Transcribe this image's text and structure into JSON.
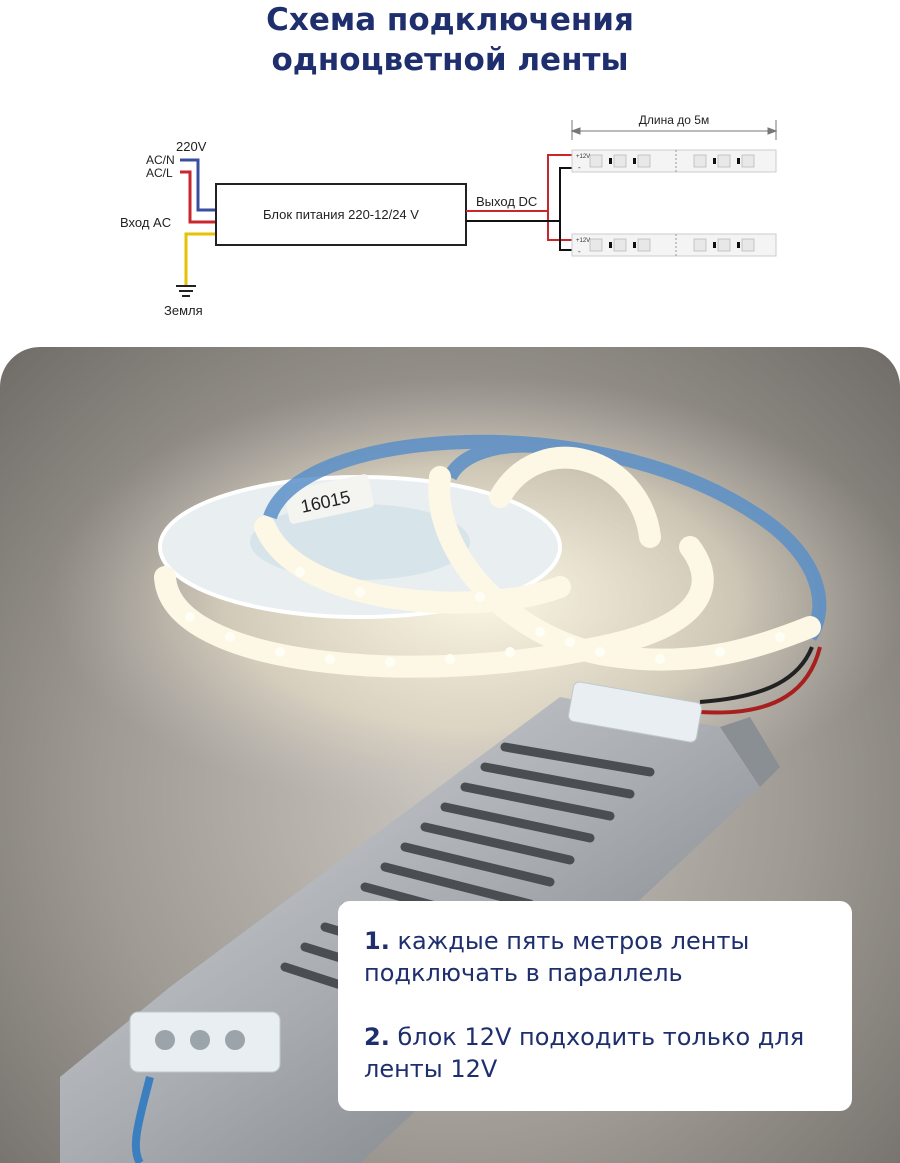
{
  "title": {
    "line1": "Схема подключения",
    "line2": "одноцветной ленты"
  },
  "diagram": {
    "voltage": "220V",
    "ac_n": "AC/N",
    "ac_l": "AC/L",
    "input": "Вход AC",
    "ground": "Земля",
    "psu": "Блок питания 220-12/24 V",
    "output": "Выход DC",
    "length": "Длина до 5м",
    "strip_plus": "+12V",
    "strip_minus": "-",
    "colors": {
      "neutral": "#3a4fa0",
      "live": "#c8282c",
      "ground": "#e6c200",
      "dc_minus": "#111111",
      "dc_plus": "#c8282c"
    }
  },
  "photo": {
    "reel_label": "16015"
  },
  "notes": [
    {
      "num": "1.",
      "text": "каждые пять метров ленты подключать в параллель"
    },
    {
      "num": "2.",
      "text": "блок 12V подходить только для ленты 12V"
    }
  ],
  "colors": {
    "accent": "#1f2f6e"
  }
}
